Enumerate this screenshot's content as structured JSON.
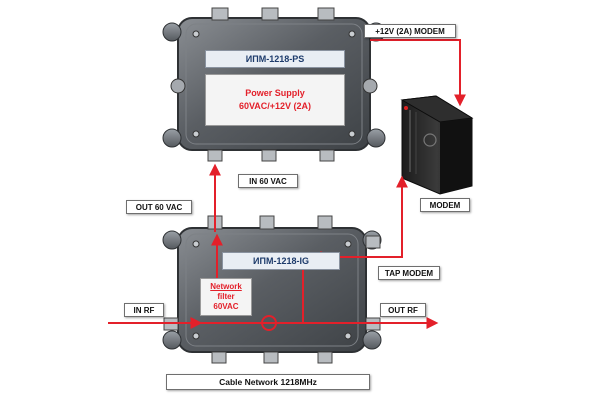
{
  "ps_unit": {
    "model": "ИПМ-1218-PS",
    "panel_line1": "Power Supply",
    "panel_line2": "60VAC/+12V (2A)"
  },
  "ig_unit": {
    "model": "ИПМ-1218-IG",
    "filter_line1": "Network",
    "filter_line2": "filter",
    "filter_line3": "60VAC"
  },
  "labels": {
    "modem_power": "+12V (2A) MODEM",
    "in_60vac": "IN 60 VAC",
    "out_60vac": "OUT 60 VAC",
    "modem": "MODEM",
    "tap_modem": "TAP MODEM",
    "in_rf": "IN RF",
    "out_rf": "OUT RF",
    "cable_network": "Cable Network 1218MHz"
  },
  "colors": {
    "signal_line": "#e3202a",
    "housing": "#5d6166",
    "label_border": "#6f6f6f"
  }
}
